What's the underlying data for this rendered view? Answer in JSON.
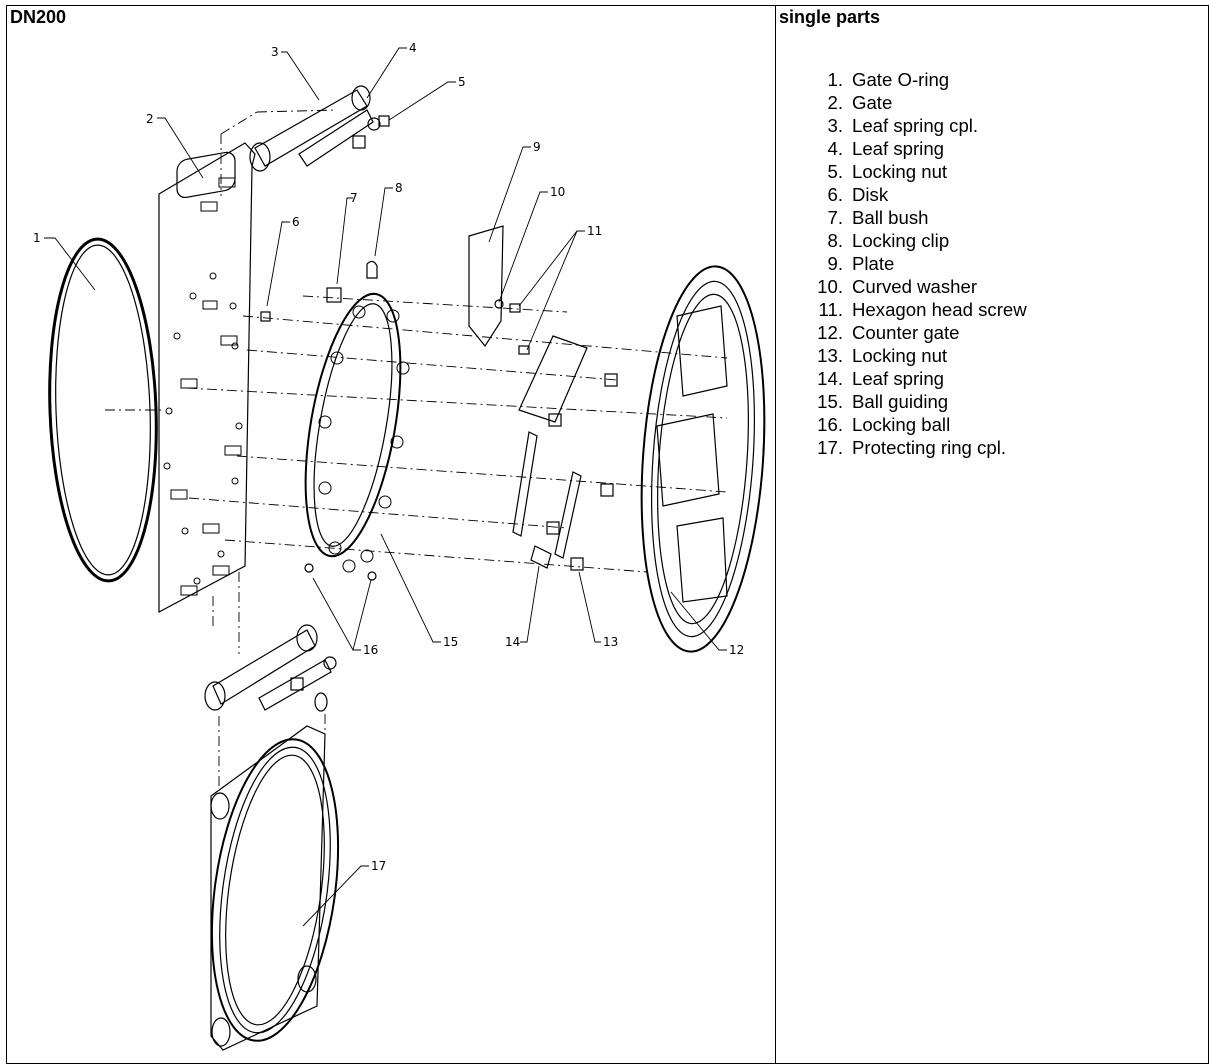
{
  "header": {
    "left_title": "DN200",
    "right_title": "single parts"
  },
  "diagram": {
    "callouts": [
      "1",
      "2",
      "3",
      "4",
      "5",
      "6",
      "7",
      "8",
      "9",
      "10",
      "11",
      "12",
      "13",
      "14",
      "15",
      "16",
      "17"
    ]
  },
  "parts": [
    {
      "num": "1.",
      "label": "Gate O-ring"
    },
    {
      "num": "2.",
      "label": "Gate"
    },
    {
      "num": "3.",
      "label": "Leaf spring cpl."
    },
    {
      "num": "4.",
      "label": "Leaf spring"
    },
    {
      "num": "5.",
      "label": "Locking nut"
    },
    {
      "num": "6.",
      "label": "Disk"
    },
    {
      "num": "7.",
      "label": "Ball bush"
    },
    {
      "num": "8.",
      "label": "Locking clip"
    },
    {
      "num": "9.",
      "label": "Plate"
    },
    {
      "num": "10.",
      "label": "Curved washer"
    },
    {
      "num": "11.",
      "label": "Hexagon head screw"
    },
    {
      "num": "12.",
      "label": "Counter gate"
    },
    {
      "num": "13.",
      "label": "Locking nut"
    },
    {
      "num": "14.",
      "label": "Leaf spring"
    },
    {
      "num": "15.",
      "label": "Ball guiding"
    },
    {
      "num": "16.",
      "label": "Locking ball"
    },
    {
      "num": "17.",
      "label": "Protecting ring cpl."
    }
  ]
}
